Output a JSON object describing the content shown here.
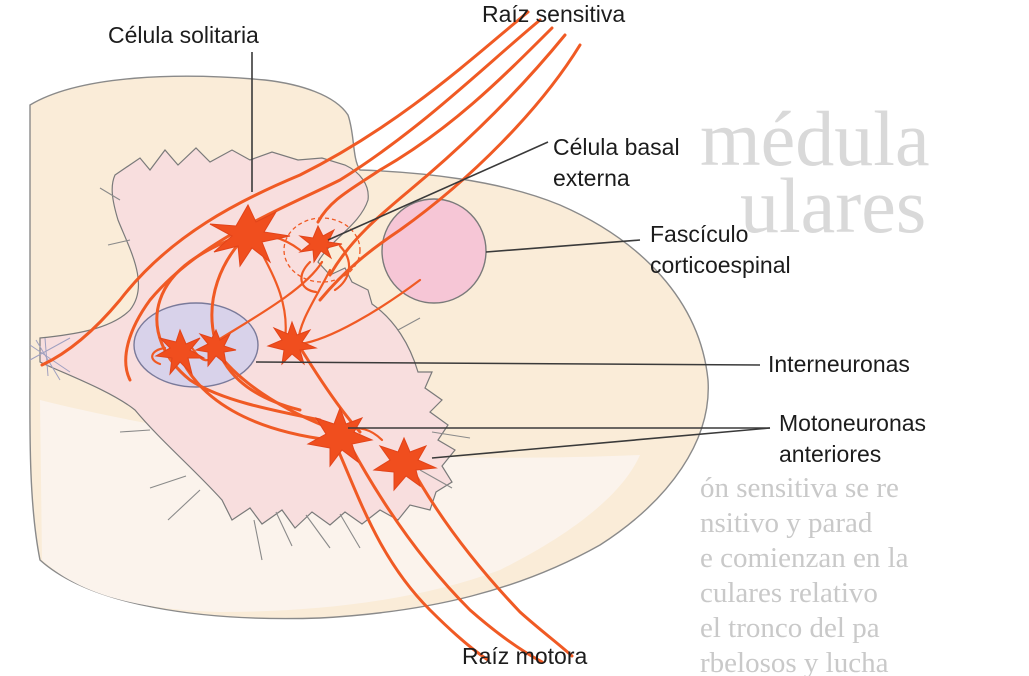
{
  "labels": {
    "celula_solitaria": "Célula solitaria",
    "raiz_sensitiva": "Raíz sensitiva",
    "celula_basal_line1": "Célula basal",
    "celula_basal_line2": "externa",
    "fasciculo_line1": "Fascículo",
    "fasciculo_line2": "corticoespinal",
    "interneuronas": "Interneuronas",
    "motoneuronas_line1": "Motoneuronas",
    "motoneuronas_line2": "anteriores",
    "raiz_motora": "Raíz motora"
  },
  "background_page_text": {
    "heading_line1": "médula",
    "heading_line2": "ulares",
    "body_lines": [
      "ón sensitiva se re",
      "nsitivo y parad",
      "e comienzan en la",
      "culares relativo",
      "el tronco del pa",
      "rbelosos y lucha"
    ]
  },
  "colors": {
    "fiber": "#f05a24",
    "neuron": "#f04e1e",
    "white_matter": "#faecd8",
    "gray_matter": "#f8dede",
    "corticospinal_tract": "#f6c6d6",
    "interneuron_zone": "#d8d2ea"
  }
}
